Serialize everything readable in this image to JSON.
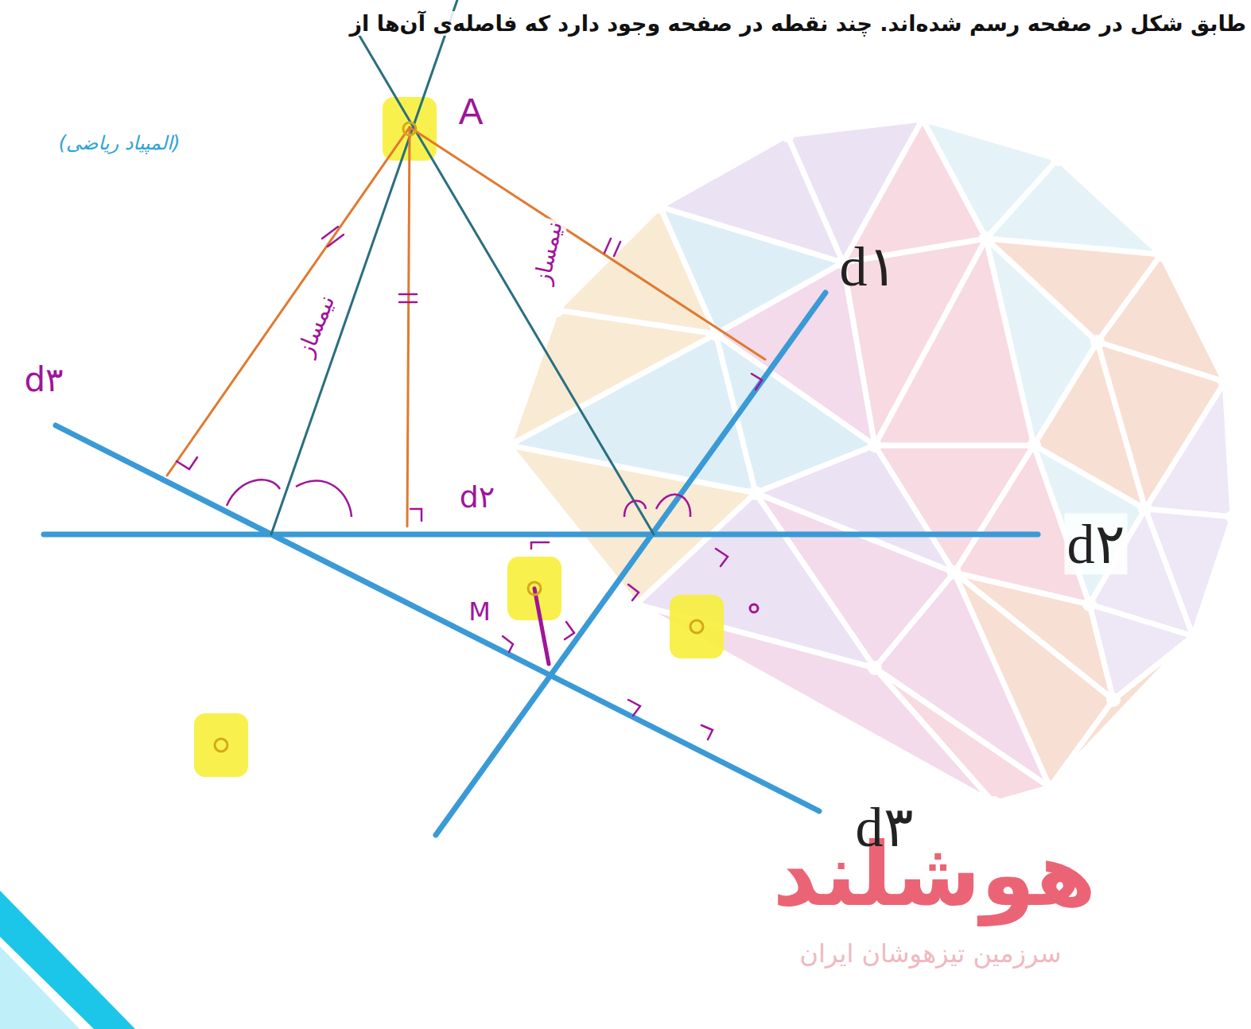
{
  "diagram": {
    "title": "طابق شکل در صفحه رسم شده‌اند. چند نقطه در صفحه وجود دارد که فاصله‌ی آن‌ها از",
    "labels": [
      "(المپیاد ریاضی)",
      "A",
      "نیمساز",
      "نیمساز",
      "d۳",
      "d۱",
      "d۲",
      "d۲",
      "M",
      "d۳",
      "هوشلند",
      "سرزمین تیزهوشان ایران"
    ]
  }
}
